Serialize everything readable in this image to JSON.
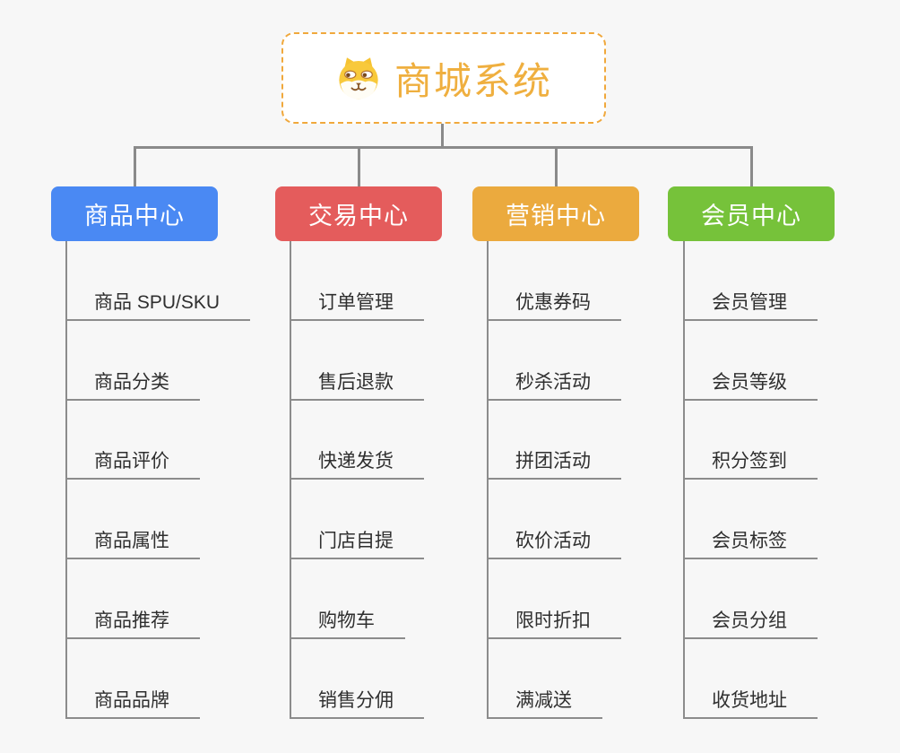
{
  "root": {
    "title": "商城系统",
    "icon": "dog-face-icon"
  },
  "branches": [
    {
      "label": "商品中心",
      "color": "#4a89f3",
      "items": [
        "商品 SPU/SKU",
        "商品分类",
        "商品评价",
        "商品属性",
        "商品推荐",
        "商品品牌"
      ]
    },
    {
      "label": "交易中心",
      "color": "#e45c5c",
      "items": [
        "订单管理",
        "售后退款",
        "快递发货",
        "门店自提",
        "购物车",
        "销售分佣"
      ]
    },
    {
      "label": "营销中心",
      "color": "#ebaa3e",
      "items": [
        "优惠券码",
        "秒杀活动",
        "拼团活动",
        "砍价活动",
        "限时折扣",
        "满减送"
      ]
    },
    {
      "label": "会员中心",
      "color": "#76c23a",
      "items": [
        "会员管理",
        "会员等级",
        "积分签到",
        "会员标签",
        "会员分组",
        "收货地址"
      ]
    }
  ],
  "colors": {
    "canvas_bg": "#f7f7f7",
    "connector": "#8a8a8a",
    "leaf_line": "#8c8c8c",
    "leaf_text": "#2f2f2f",
    "root_border": "#f0a83c",
    "root_title": "#efaf3f"
  }
}
